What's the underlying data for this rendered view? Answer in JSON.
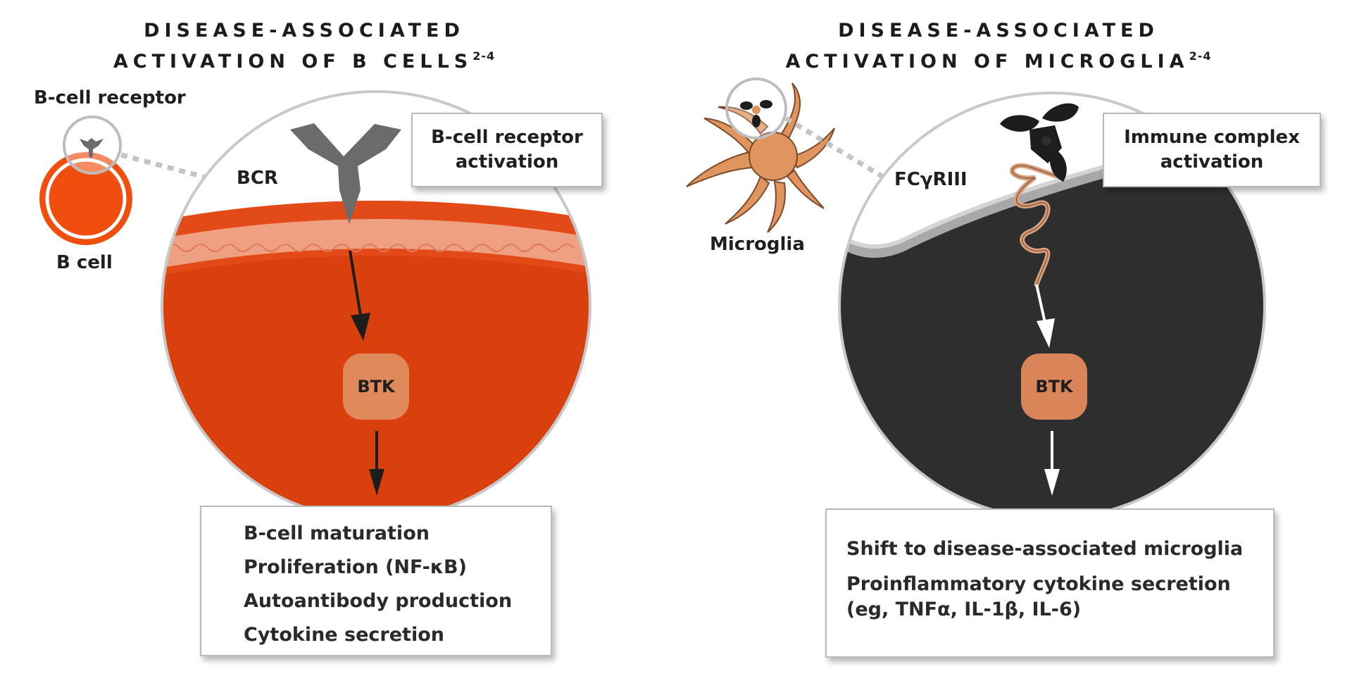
{
  "left_panel": {
    "title_line1": "DISEASE-ASSOCIATED",
    "title_line2": "ACTIVATION OF B CELLS",
    "title_ref": "2-4",
    "receptor_label": "B-cell receptor",
    "cell_label": "B cell",
    "bcr_label": "BCR",
    "callout_line1": "B-cell receptor",
    "callout_line2": "activation",
    "btk_label": "BTK",
    "outcomes": [
      "B-cell maturation",
      "Proliferation (NF-κB)",
      "Autoantibody production",
      "Cytokine secretion"
    ]
  },
  "right_panel": {
    "title_line1": "DISEASE-ASSOCIATED",
    "title_line2": "ACTIVATION OF MICROGLIA",
    "title_ref": "2-4",
    "cell_label": "Microglia",
    "receptor_label": "FCγRIII",
    "callout_line1": "Immune complex",
    "callout_line2": "activation",
    "btk_label": "BTK",
    "outcomes": [
      {
        "line1": "Shift to disease-associated microglia",
        "line2": ""
      },
      {
        "line1": "Proinflammatory cytokine secretion",
        "line2": "(eg, TNFα, IL-1β, IL-6)"
      }
    ]
  },
  "colors": {
    "b_cell_orange": "#d9400e",
    "membrane_light": "#f0a58a",
    "microglia_dark": "#2e2e2e",
    "microglia_body": "#e0955f",
    "btk_box": "#e0895a",
    "receptor_gray": "#6b6b6e"
  },
  "icons": [
    "antibody-icon",
    "microglia-icon",
    "immune-complex-icon",
    "down-arrow-icon"
  ]
}
